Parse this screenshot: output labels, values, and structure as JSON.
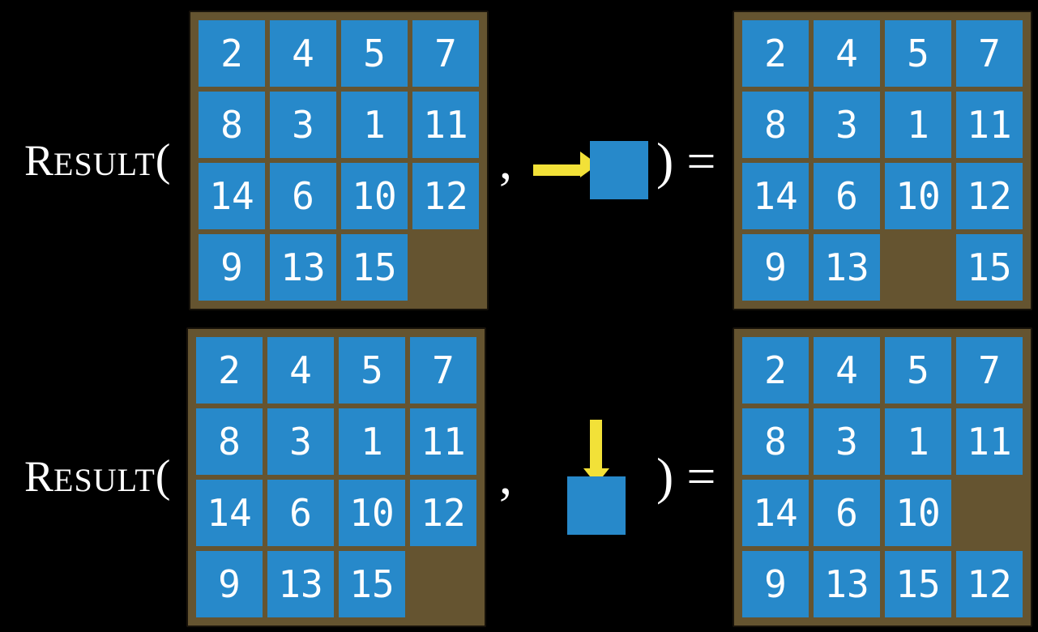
{
  "colors": {
    "background": "#000000",
    "tile_blue": "#2789CA",
    "frame_brown": "#655430",
    "frame_border": "#17120A",
    "arrow_yellow": "#F2E138",
    "number_white": "#FFFFFF",
    "formula_white": "#FFFFFF"
  },
  "examples": [
    {
      "label": {
        "cap": "R",
        "rest": "ESULT",
        "open_paren": "("
      },
      "comma": ",",
      "action_direction": "right",
      "close_equals": ") =",
      "input_grid": [
        [
          "2",
          "4",
          "5",
          "7"
        ],
        [
          "8",
          "3",
          "1",
          "11"
        ],
        [
          "14",
          "6",
          "10",
          "12"
        ],
        [
          "9",
          "13",
          "15",
          ""
        ]
      ],
      "output_grid": [
        [
          "2",
          "4",
          "5",
          "7"
        ],
        [
          "8",
          "3",
          "1",
          "11"
        ],
        [
          "14",
          "6",
          "10",
          "12"
        ],
        [
          "9",
          "13",
          "",
          "15"
        ]
      ]
    },
    {
      "label": {
        "cap": "R",
        "rest": "ESULT",
        "open_paren": "("
      },
      "comma": ",",
      "action_direction": "down",
      "close_equals": ") =",
      "input_grid": [
        [
          "2",
          "4",
          "5",
          "7"
        ],
        [
          "8",
          "3",
          "1",
          "11"
        ],
        [
          "14",
          "6",
          "10",
          "12"
        ],
        [
          "9",
          "13",
          "15",
          ""
        ]
      ],
      "output_grid": [
        [
          "2",
          "4",
          "5",
          "7"
        ],
        [
          "8",
          "3",
          "1",
          "11"
        ],
        [
          "14",
          "6",
          "10",
          ""
        ],
        [
          "9",
          "13",
          "15",
          "12"
        ]
      ]
    }
  ]
}
